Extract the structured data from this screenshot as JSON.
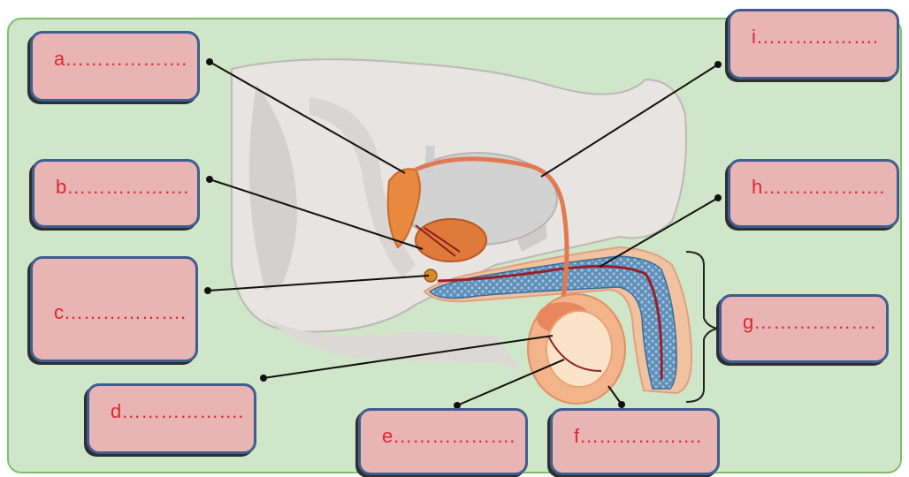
{
  "labels": {
    "a": "a……………….",
    "b": "b……………….",
    "c": "c……………….",
    "d": "d……………….",
    "e": "e……………….",
    "f": "f……………….",
    "g": "g……………….",
    "h": "h……………….",
    "i": "i………………."
  },
  "colors": {
    "panel": "#cfe6c8",
    "panel_border": "#7fbf6a",
    "box_fill": "#e8b4b4",
    "box_border": "#3f5d8f",
    "label_text": "#e0262a",
    "leader_line": "#111111"
  }
}
